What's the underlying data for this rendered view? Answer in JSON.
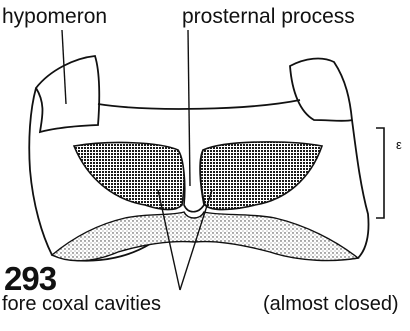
{
  "figure": {
    "number": "293",
    "labels": {
      "hypomeron": "hypomeron",
      "prosternal_process": "prosternal process",
      "fore_coxal_cavities": "fore coxal cavities",
      "almost_closed": "(almost closed)",
      "scale_mark": "ε"
    }
  },
  "colors": {
    "ink": "#111111",
    "stipple": "#222222",
    "paper": "#ffffff"
  }
}
